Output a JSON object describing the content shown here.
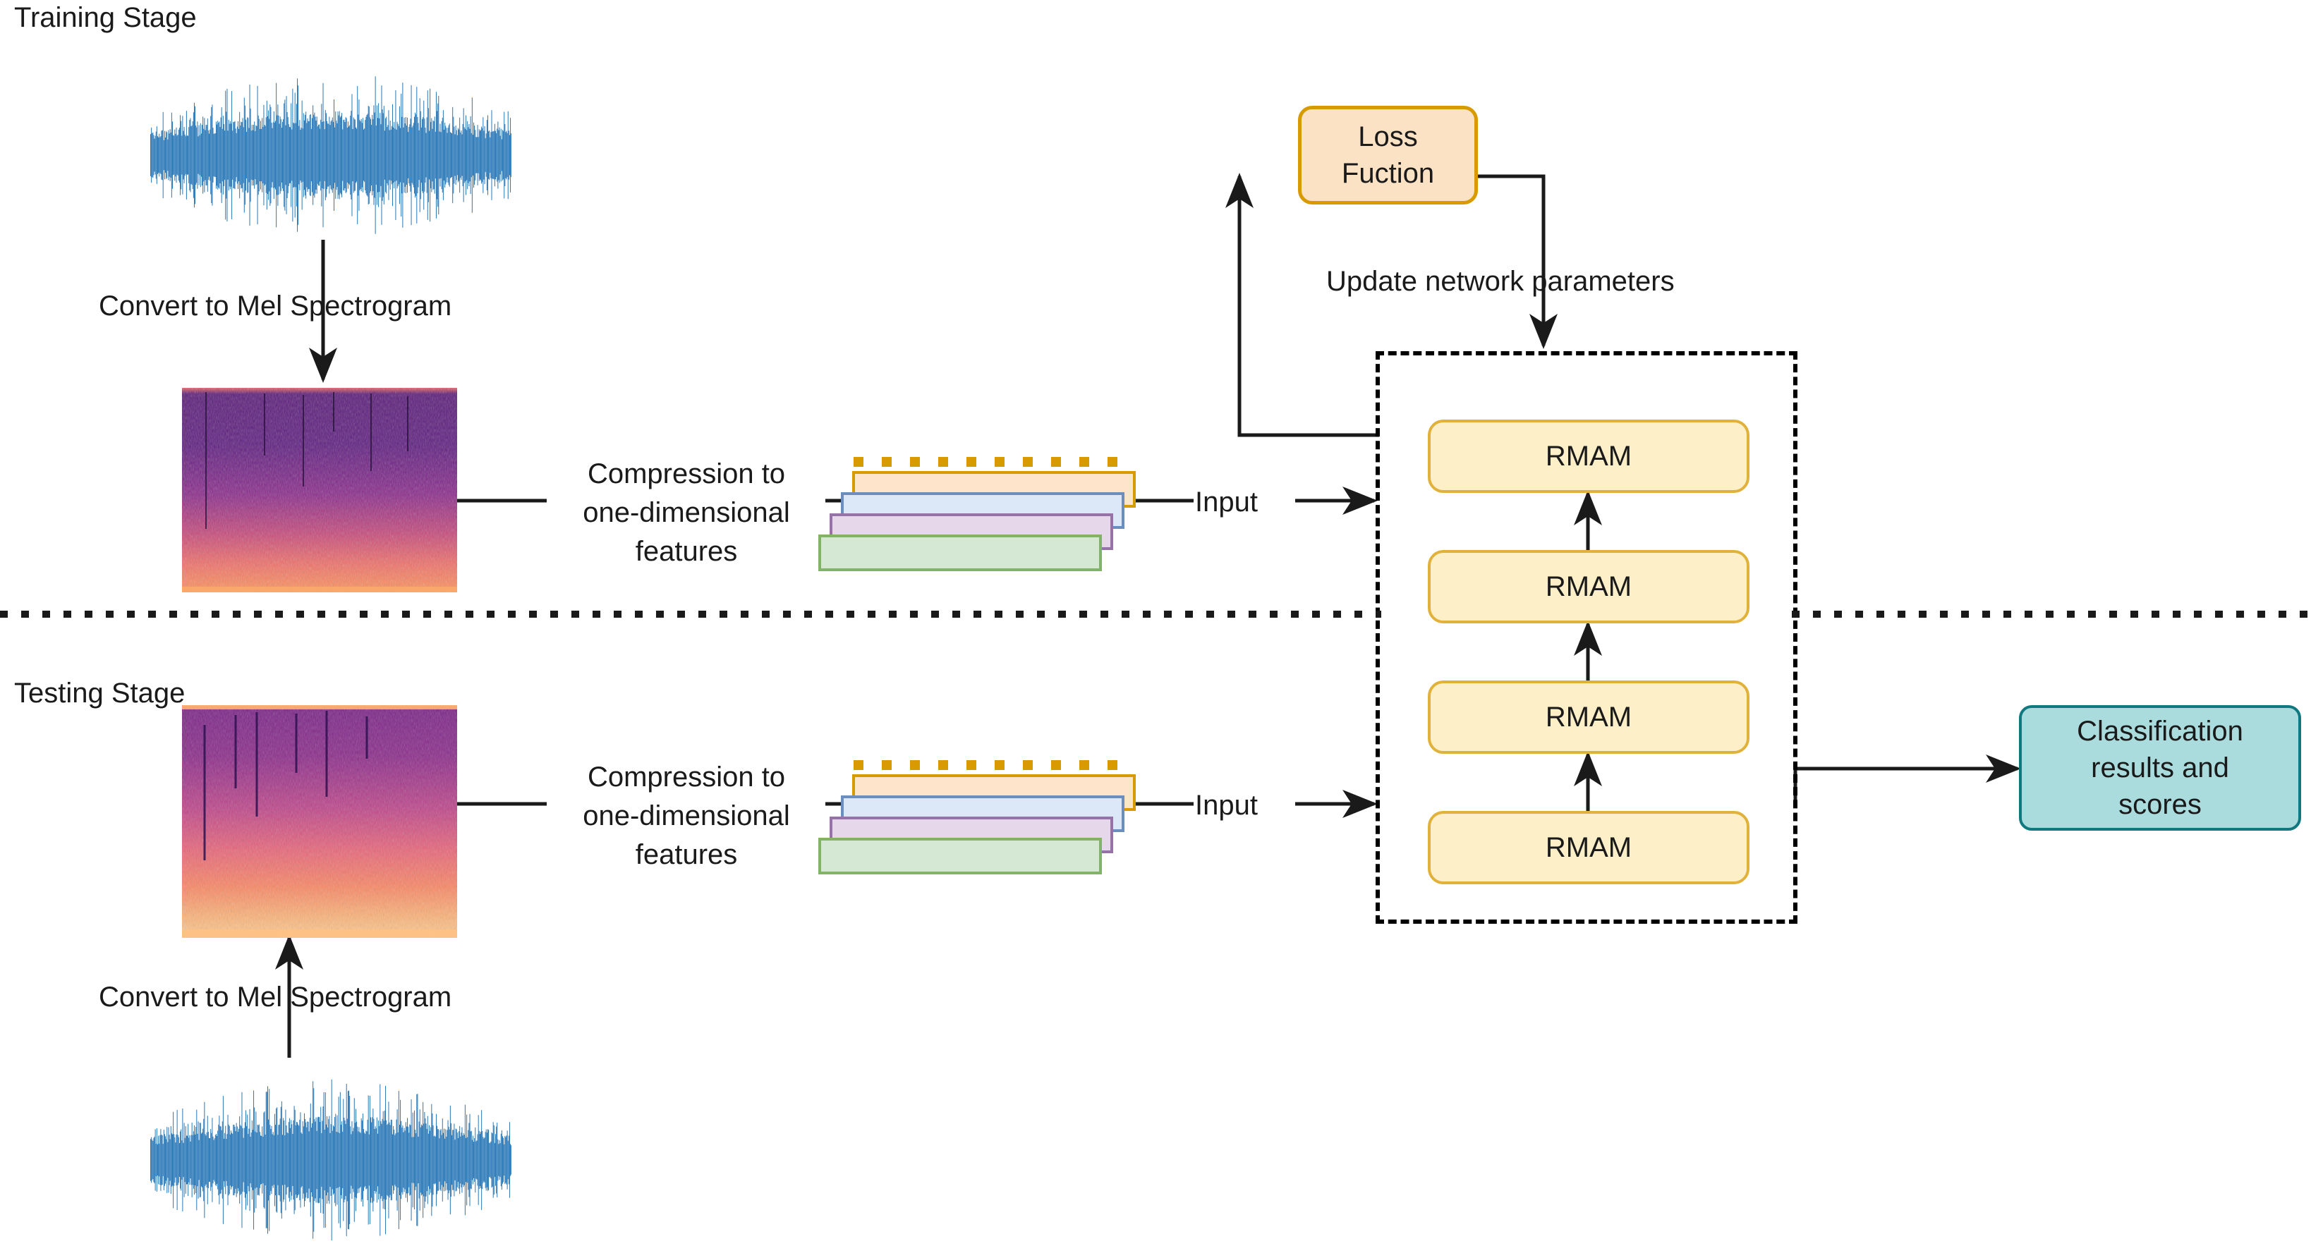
{
  "diagram": {
    "title": "Training and Testing pipeline for audio classification",
    "background": "#ffffff"
  },
  "colors": {
    "waveform": "#2d7ab8",
    "rmam_fill": "#fdf0c9",
    "rmam_border": "#e0b23c",
    "loss_fill": "#fce2c4",
    "loss_border": "#d79b00",
    "result_fill": "#abdcdd",
    "result_border": "#10787f",
    "bar_orange_fill": "#fde4cb",
    "bar_orange_border": "#d79b00",
    "bar_blue_fill": "#dce8f8",
    "bar_blue_border": "#6c8ebf",
    "bar_purple_fill": "#e6d8ea",
    "bar_purple_border": "#9673a6",
    "bar_green_fill": "#d5e8d4",
    "bar_green_border": "#82b366",
    "line": "#1a1a1a",
    "text": "#1a1a1a"
  },
  "training": {
    "stage_label": "Training Stage",
    "convert_label": "Convert to Mel Spectrogram",
    "compression_label_lines": [
      "Compression to",
      "one-dimensional",
      "features"
    ],
    "input_label": "Input"
  },
  "testing": {
    "stage_label": "Testing Stage",
    "convert_label": "Convert to Mel Spectrogram",
    "compression_label_lines": [
      "Compression to",
      "one-dimensional",
      "features"
    ],
    "input_label": "Input"
  },
  "loss": {
    "label_lines": [
      "Loss",
      "Fuction"
    ],
    "update_label": "Update network parameters"
  },
  "network": {
    "blocks": [
      {
        "label": "RMAM"
      },
      {
        "label": "RMAM"
      },
      {
        "label": "RMAM"
      },
      {
        "label": "RMAM"
      }
    ]
  },
  "output": {
    "label_lines": [
      "Classification",
      "results and",
      "scores"
    ]
  },
  "icons": {
    "waveform": "audio-waveform-icon",
    "spectrogram": "mel-spectrogram-icon",
    "arrow": "arrow-icon",
    "dotted_divider": "dotted-divider-icon",
    "feature_stack": "feature-stack-icon"
  }
}
